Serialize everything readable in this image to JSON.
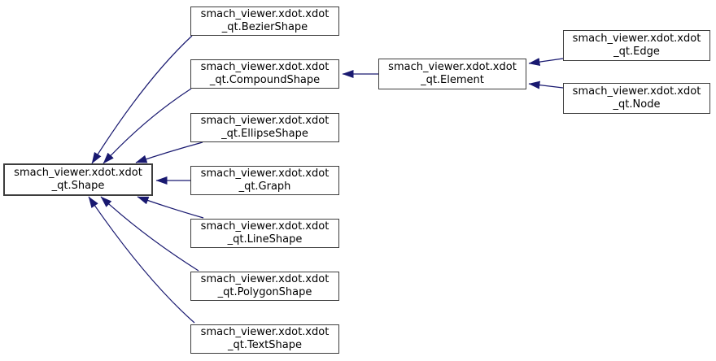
{
  "figure": {
    "type": "class-inheritance-graph",
    "background_color": "#ffffff",
    "box_fill_color": "#ffffff",
    "box_border_color": "#3d3d3d",
    "text_color": "#000000",
    "arrow_color": "#191970",
    "nodes": [
      {
        "id": "shape",
        "label": "smach_viewer.xdot.xdot\n_qt.Shape"
      },
      {
        "id": "bezier-shape",
        "label": "smach_viewer.xdot.xdot\n_qt.BezierShape"
      },
      {
        "id": "compound-shape",
        "label": "smach_viewer.xdot.xdot\n_qt.CompoundShape"
      },
      {
        "id": "ellipse-shape",
        "label": "smach_viewer.xdot.xdot\n_qt.EllipseShape"
      },
      {
        "id": "graph",
        "label": "smach_viewer.xdot.xdot\n_qt.Graph"
      },
      {
        "id": "line-shape",
        "label": "smach_viewer.xdot.xdot\n_qt.LineShape"
      },
      {
        "id": "polygon-shape",
        "label": "smach_viewer.xdot.xdot\n_qt.PolygonShape"
      },
      {
        "id": "text-shape",
        "label": "smach_viewer.xdot.xdot\n_qt.TextShape"
      },
      {
        "id": "element",
        "label": "smach_viewer.xdot.xdot\n_qt.Element"
      },
      {
        "id": "edge",
        "label": "smach_viewer.xdot.xdot\n_qt.Edge"
      },
      {
        "id": "node",
        "label": "smach_viewer.xdot.xdot\n_qt.Node"
      }
    ],
    "edges": [
      {
        "from": "bezier-shape",
        "to": "shape"
      },
      {
        "from": "compound-shape",
        "to": "shape"
      },
      {
        "from": "ellipse-shape",
        "to": "shape"
      },
      {
        "from": "graph",
        "to": "shape"
      },
      {
        "from": "line-shape",
        "to": "shape"
      },
      {
        "from": "polygon-shape",
        "to": "shape"
      },
      {
        "from": "text-shape",
        "to": "shape"
      },
      {
        "from": "element",
        "to": "compound-shape"
      },
      {
        "from": "edge",
        "to": "element"
      },
      {
        "from": "node",
        "to": "element"
      }
    ]
  }
}
